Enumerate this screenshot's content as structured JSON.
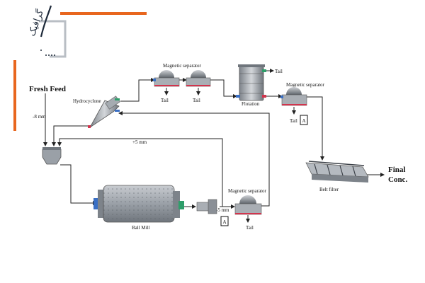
{
  "logo": {
    "glyph_text": "گرافیک",
    "accent_color": "#e8661e"
  },
  "labels": {
    "fresh_feed": "Fresh Feed",
    "minus8": "-8 mm",
    "hydrocyclone": "Hydrocyclone",
    "magsep1": "Magnetic separator",
    "tail1": "Tail",
    "tail2": "Tail",
    "flotation": "Flotation",
    "tail_flot": "Tail",
    "magsep2": "Magnetic separator",
    "tail3": "Tail",
    "box_a1": "A",
    "plus5": "+5 mm",
    "ball_mill": "Ball Mill",
    "minus5": "-5 mm",
    "box_a2": "A",
    "magsep3": "Magnetic separator",
    "tail4": "Tail",
    "belt_filter": "Belt filter",
    "final_l1": "Final",
    "final_l2": "Conc."
  },
  "colors": {
    "accent": "#e8661e",
    "green_port": "#2e9e6a",
    "red_port": "#d2344d",
    "blue_port": "#3a6fc4",
    "equipment_gray": "#8a8f96"
  }
}
